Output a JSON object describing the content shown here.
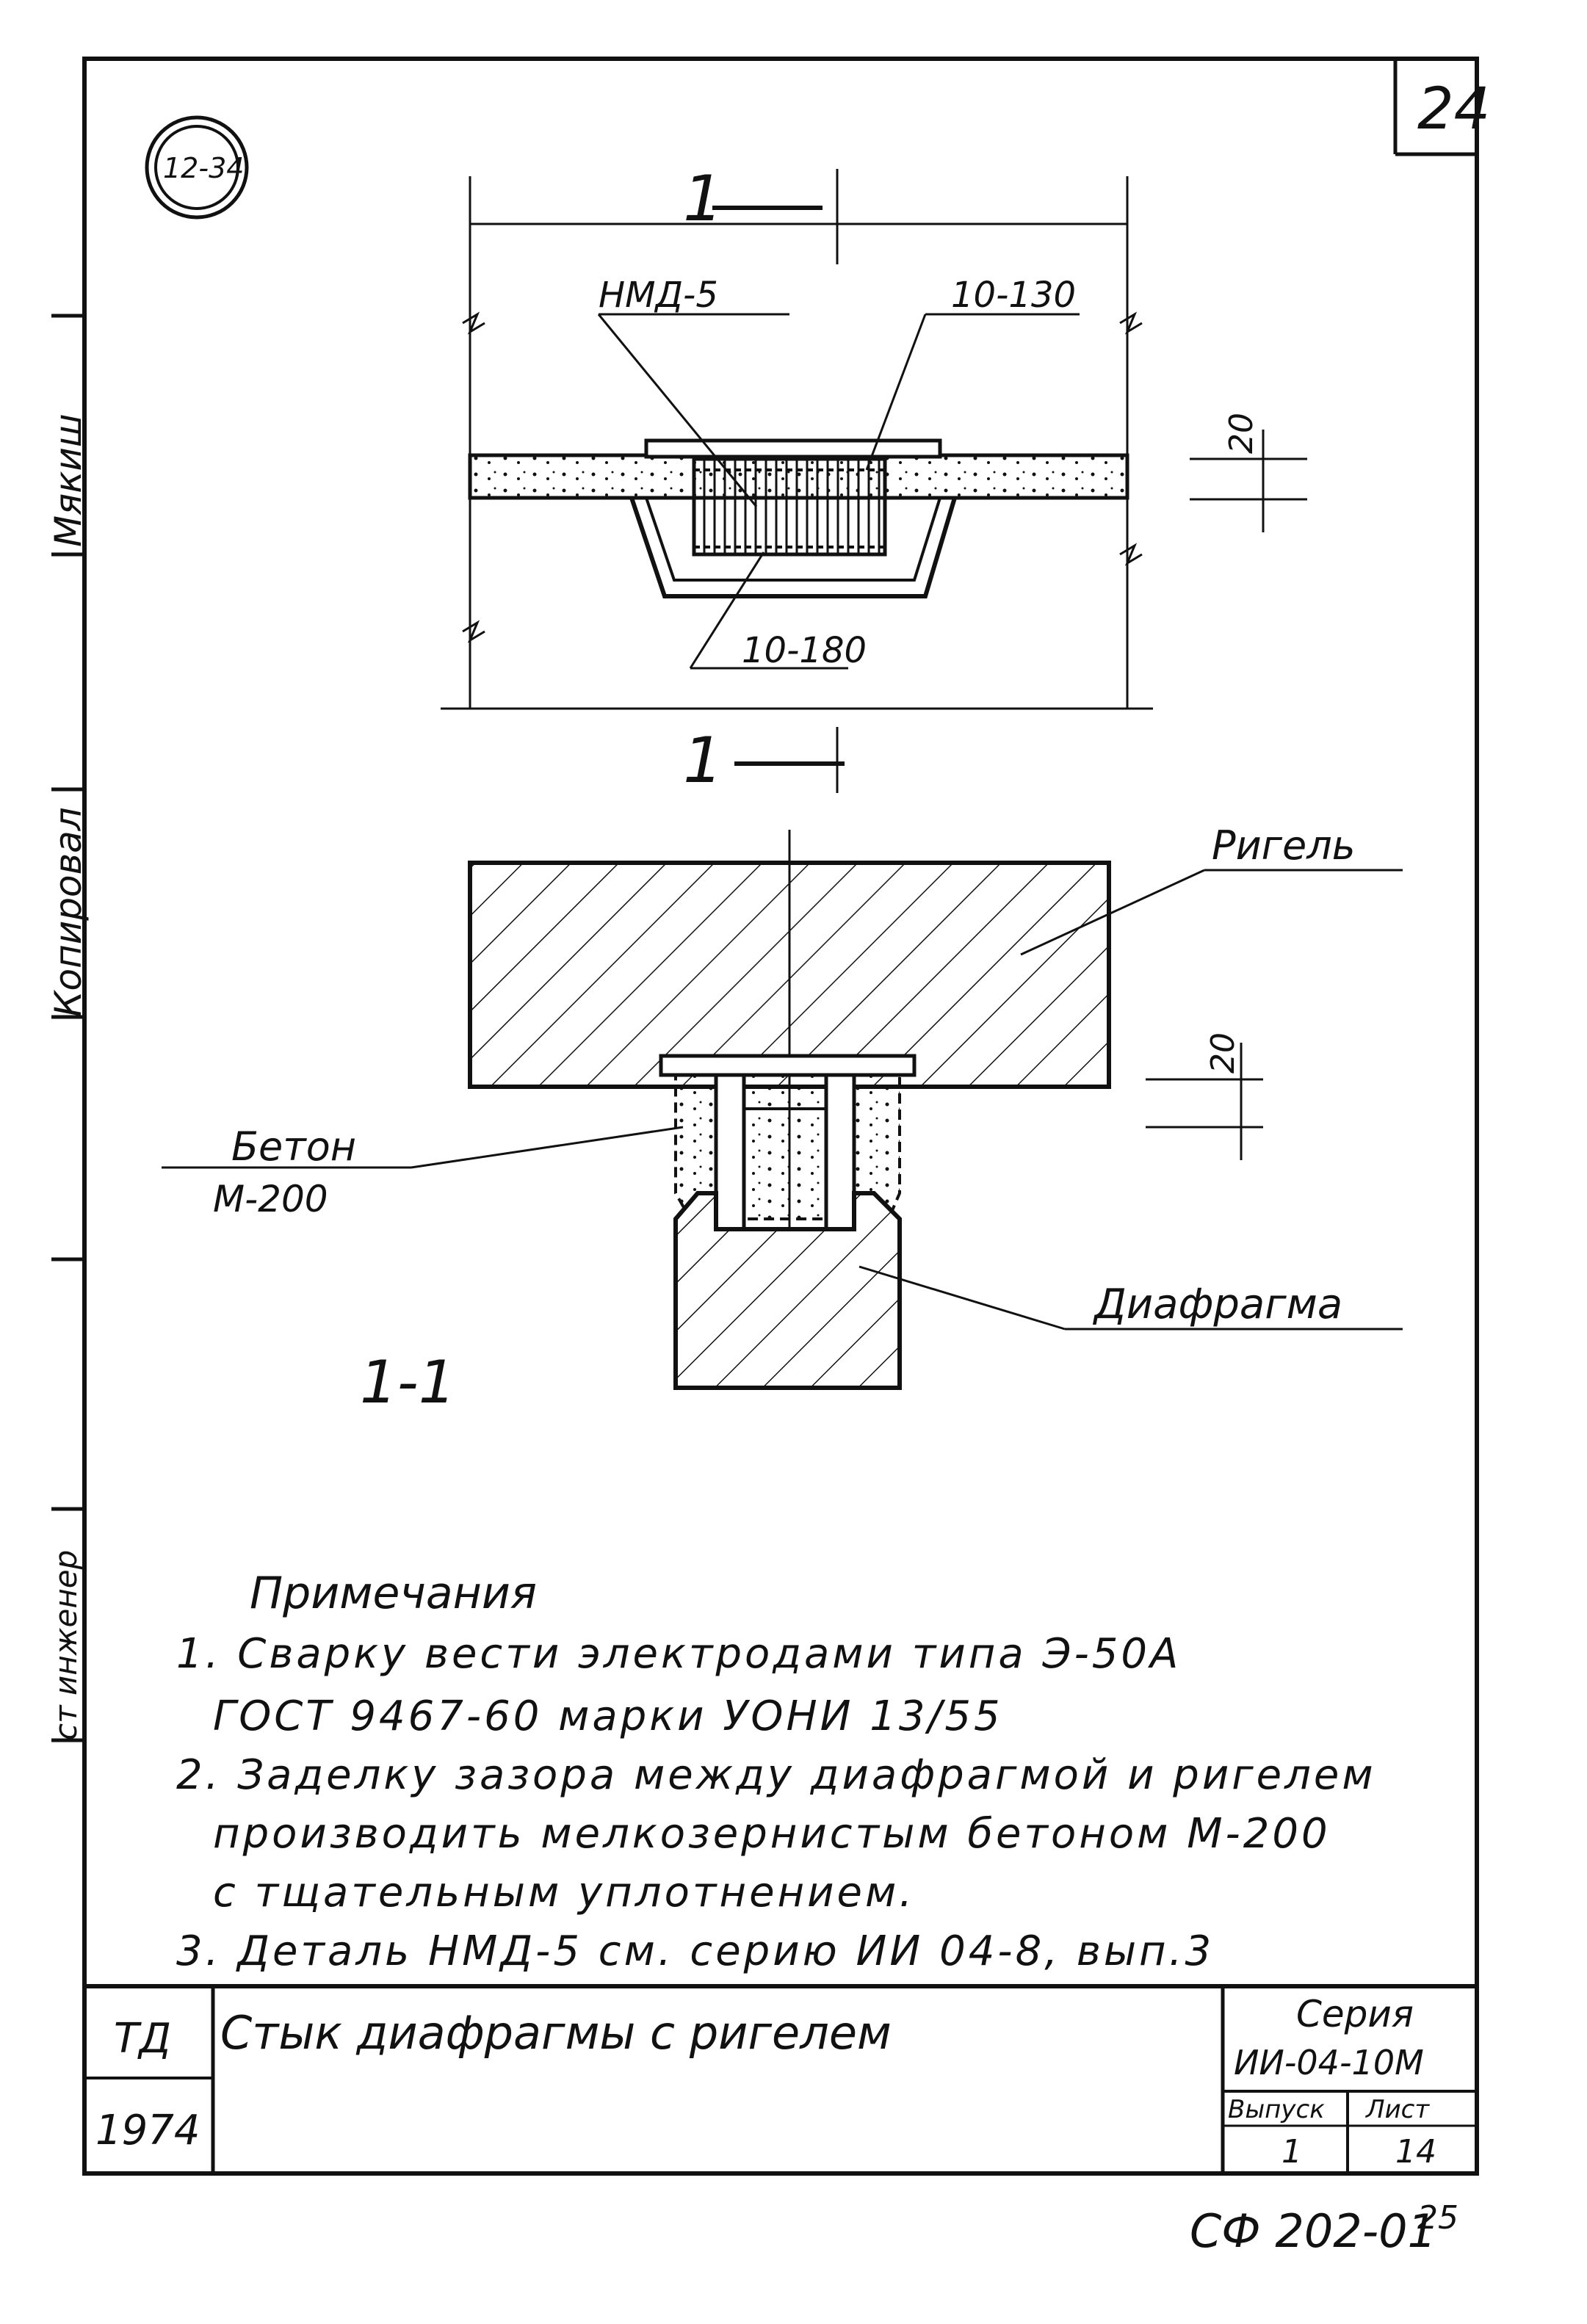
{
  "sheet": {
    "sheet_number": "24",
    "stamp": "12-34",
    "footer_code": "СФ 202-01",
    "footer_num": "25"
  },
  "side_stamp": {
    "kopiroval": "Копировал",
    "signature": "Мякиш",
    "engineer": "ст инженер"
  },
  "plan": {
    "section_mark_top": "1",
    "section_mark_bottom": "1",
    "label_nmd": "НМД-5",
    "label_rebar_top": "10-130",
    "label_rebar_bottom": "10-180",
    "dim_20": "20"
  },
  "section": {
    "label_rigel": "Ригель",
    "label_beton": "Бетон",
    "label_beton_grade": "М-200",
    "label_diaphragm": "Диафрагма",
    "section_label": "1-1",
    "dim_20": "20"
  },
  "notes": {
    "title": "Примечания",
    "line1": "1. Сварку вести электродами типа Э-50А",
    "line2": "ГОСТ 9467-60  марки  УОНИ 13/55",
    "line3": "2. Заделку зазора между диафрагмой и ригелем",
    "line4": "производить мелкозернистым бетоном М-200",
    "line5": "с тщательным  уплотнением.",
    "line6": "3. Деталь  НМД-5 см.  серию ИИ 04-8, вып.3"
  },
  "title_block": {
    "org": "ТД",
    "year": "1974",
    "title": "Стык  диафрагмы  с ригелем",
    "series_label": "Серия",
    "series_value": "ИИ-04-10М",
    "issue_label": "Выпуск",
    "issue_value": "1",
    "sheet_label": "Лист",
    "sheet_value": "14"
  }
}
